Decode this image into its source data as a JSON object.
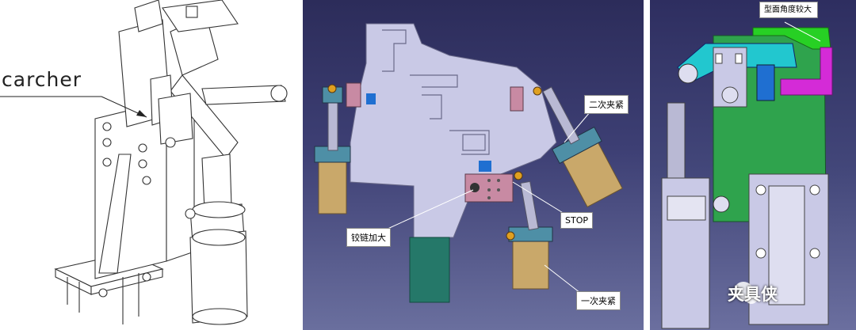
{
  "panel1": {
    "label": "carcher"
  },
  "panel2": {
    "callouts": {
      "second_clamp": "二次夹紧",
      "stop": "STOP",
      "hinge": "铰链加大",
      "first_clamp": "一次夹紧"
    }
  },
  "panel3": {
    "note": "型面角度较大",
    "watermark": "夹具侠"
  },
  "colors": {
    "background_dark": "#2e2e60",
    "plate": "#c9c9e6",
    "cylinder_body": "#c9a86a",
    "clamp_blue": "#4e8fa6",
    "pink_block": "#c88aa3",
    "teal_base": "#257869",
    "green_block": "#2fa34d",
    "cyan_arm": "#22c7cf",
    "magenta_part": "#d42bd7",
    "bright_green": "#27d024"
  }
}
